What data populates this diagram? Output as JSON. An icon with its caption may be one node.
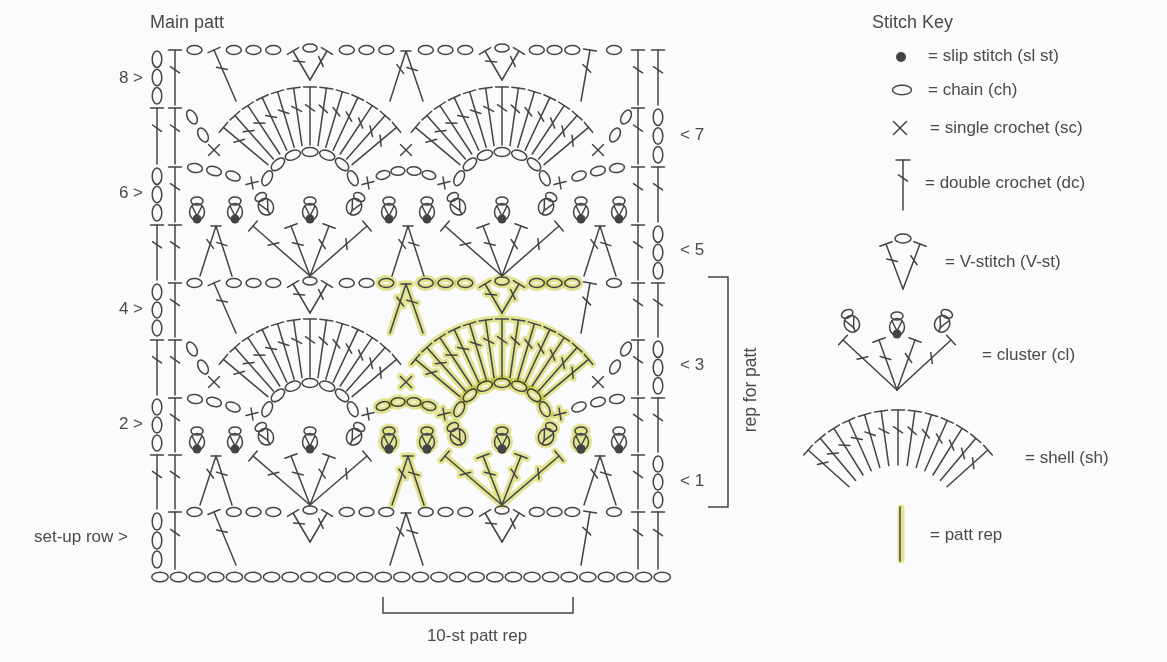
{
  "diagram": {
    "labels": [
      "Main patt",
      "Stitch Key",
      "8 >",
      "< 7",
      "6 >",
      "< 5",
      "4 >",
      "< 3",
      "rep for patt",
      "2 >",
      "< 1",
      "set-up row >",
      "10-st patt rep"
    ],
    "legend": [
      {
        "text": "= slip stitch (sl st)"
      },
      {
        "text": "= chain (ch)"
      },
      {
        "text": "= single crochet (sc)"
      },
      {
        "text": "= double crochet (dc)"
      },
      {
        "text": "= V-stitch (V-st)"
      },
      {
        "text": "= cluster (cl)"
      },
      {
        "text": "= shell (sh)"
      },
      {
        "text": "= patt rep"
      }
    ]
  }
}
